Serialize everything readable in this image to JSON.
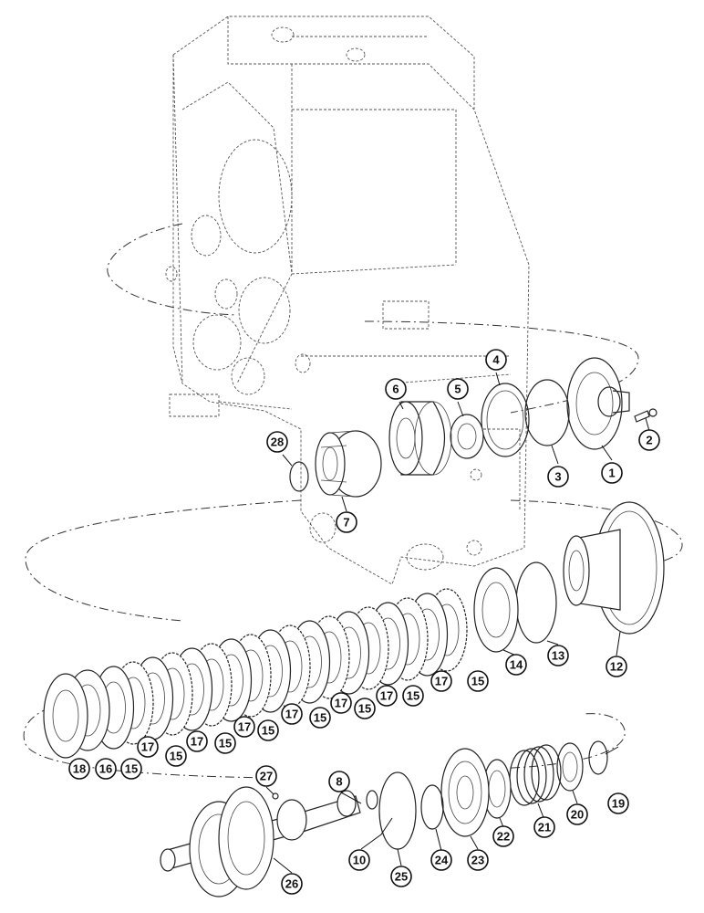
{
  "diagram": {
    "callouts": [
      {
        "id": "c1",
        "label": "1"
      },
      {
        "id": "c2",
        "label": "2"
      },
      {
        "id": "c3",
        "label": "3"
      },
      {
        "id": "c4",
        "label": "4"
      },
      {
        "id": "c5",
        "label": "5"
      },
      {
        "id": "c6",
        "label": "6"
      },
      {
        "id": "c7",
        "label": "7"
      },
      {
        "id": "c28",
        "label": "28"
      },
      {
        "id": "c12",
        "label": "12"
      },
      {
        "id": "c13",
        "label": "13"
      },
      {
        "id": "c14",
        "label": "14"
      },
      {
        "id": "c15a",
        "label": "15"
      },
      {
        "id": "c17a",
        "label": "17"
      },
      {
        "id": "c15b",
        "label": "15"
      },
      {
        "id": "c17b",
        "label": "17"
      },
      {
        "id": "c15c",
        "label": "15"
      },
      {
        "id": "c17c",
        "label": "17"
      },
      {
        "id": "c15d",
        "label": "15"
      },
      {
        "id": "c17d",
        "label": "17"
      },
      {
        "id": "c15e",
        "label": "15"
      },
      {
        "id": "c17e",
        "label": "17"
      },
      {
        "id": "c15f",
        "label": "15"
      },
      {
        "id": "c17f",
        "label": "17"
      },
      {
        "id": "c15g",
        "label": "15"
      },
      {
        "id": "c17g",
        "label": "17"
      },
      {
        "id": "c15h",
        "label": "15"
      },
      {
        "id": "c16",
        "label": "16"
      },
      {
        "id": "c18",
        "label": "18"
      },
      {
        "id": "c19",
        "label": "19"
      },
      {
        "id": "c20",
        "label": "20"
      },
      {
        "id": "c21",
        "label": "21"
      },
      {
        "id": "c22",
        "label": "22"
      },
      {
        "id": "c23",
        "label": "23"
      },
      {
        "id": "c24",
        "label": "24"
      },
      {
        "id": "c25",
        "label": "25"
      },
      {
        "id": "c10",
        "label": "10"
      },
      {
        "id": "c8",
        "label": "8"
      },
      {
        "id": "c27",
        "label": "27"
      },
      {
        "id": "c26",
        "label": "26"
      }
    ]
  }
}
